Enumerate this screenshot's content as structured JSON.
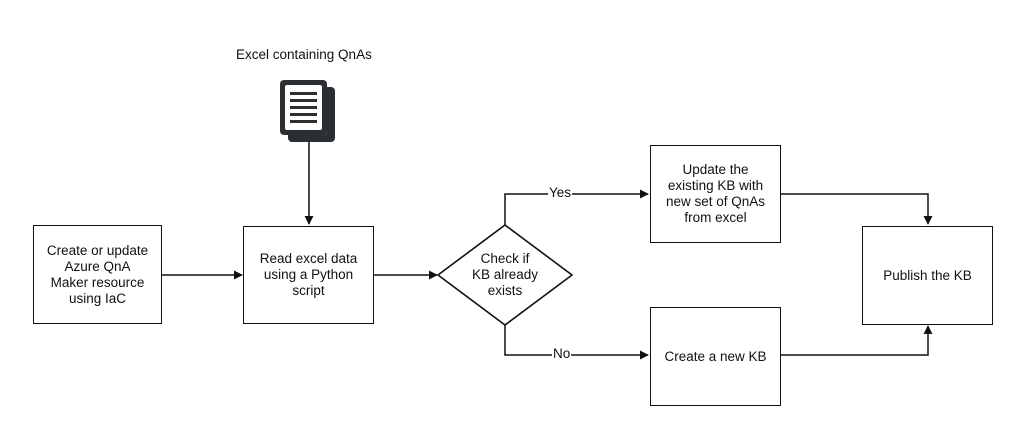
{
  "diagram": {
    "doc_caption": "Excel containing QnAs",
    "icons": {
      "document": "document-icon"
    },
    "nodes": {
      "create_resource": "Create or update\nAzure QnA\nMaker resource\nusing IaC",
      "read_excel": "Read excel data\nusing a Python\nscript",
      "check_kb": "Check if\nKB already\nexists",
      "update_kb": "Update the\nexisting KB with\nnew set of QnAs\nfrom excel",
      "create_kb": "Create a new KB",
      "publish_kb": "Publish the KB"
    },
    "edge_labels": {
      "yes": "Yes",
      "no": "No"
    },
    "colors": {
      "stroke": "#111111",
      "icon": "#2b2f33",
      "background": "#ffffff"
    }
  }
}
